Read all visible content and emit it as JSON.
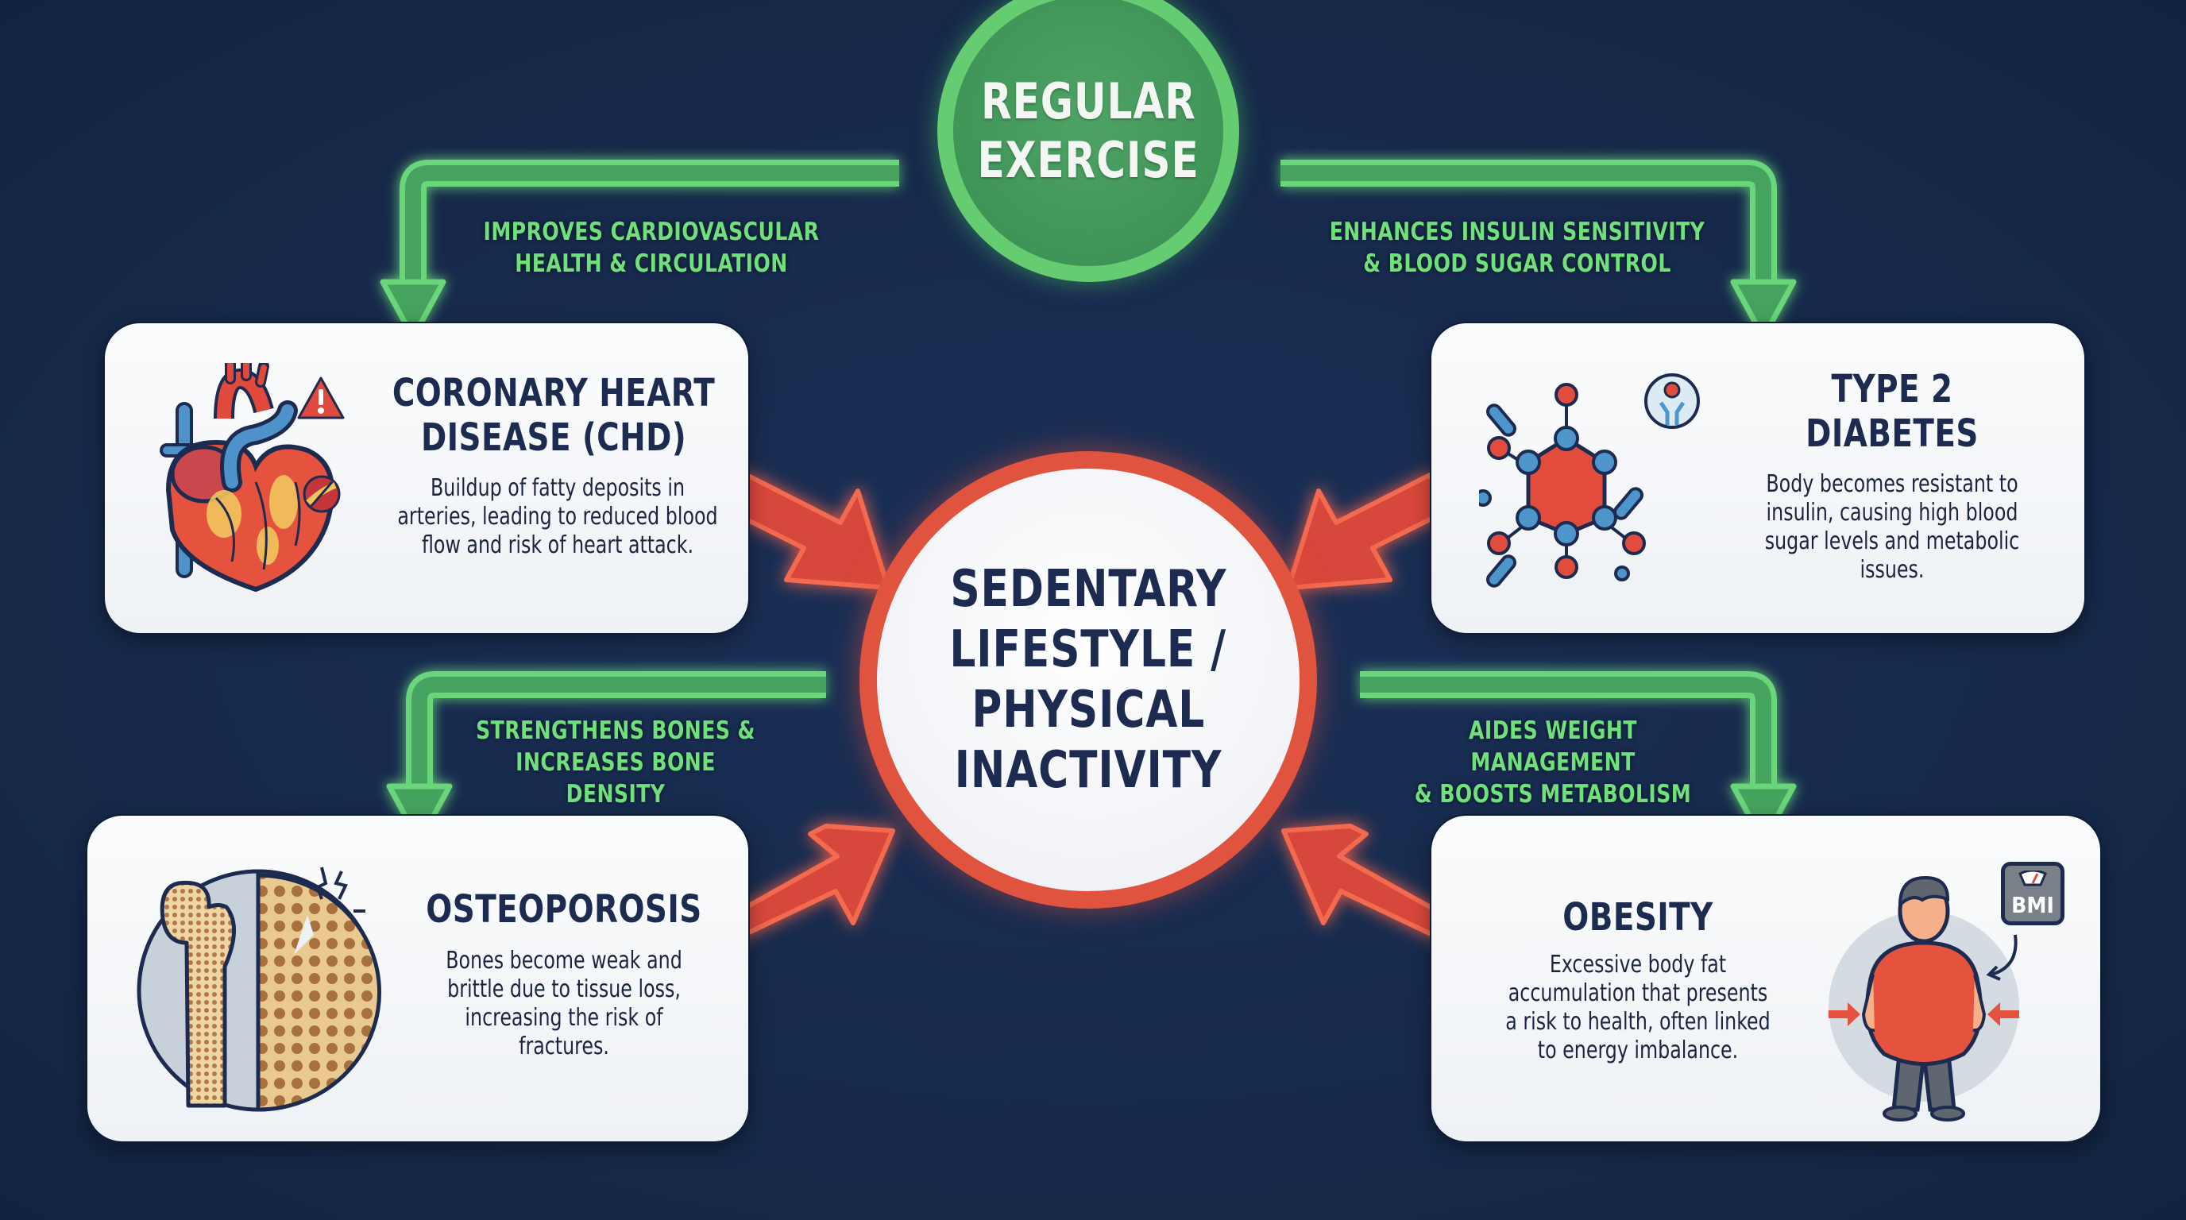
{
  "center": {
    "line1": "SEDENTARY",
    "line2": "LIFESTYLE /",
    "line3": "PHYSICAL",
    "line4": "INACTIVITY",
    "ring_color": "#e0533f"
  },
  "exercise": {
    "line1": "REGULAR",
    "line2": "EXERCISE",
    "color": "#3f9458"
  },
  "benefits": [
    {
      "line1": "IMPROVES CARDIOVASCULAR",
      "line2": "HEALTH & CIRCULATION"
    },
    {
      "line1": "ENHANCES INSULIN SENSITIVITY",
      "line2": "& BLOOD SUGAR CONTROL"
    },
    {
      "line1": "STRENGTHENS BONES &",
      "line2": "INCREASES BONE DENSITY"
    },
    {
      "line1": "AIDES WEIGHT MANAGEMENT",
      "line2": "& BOOSTS METABOLISM"
    }
  ],
  "diseases": [
    {
      "title1": "CORONARY HEART",
      "title2": "DISEASE (CHD)",
      "desc": [
        "Buildup of fatty deposits in",
        "arteries, leading to reduced blood",
        "flow and risk of heart attack."
      ],
      "icon": "heart-icon"
    },
    {
      "title1": "TYPE 2",
      "title2": "DIABETES",
      "desc": [
        "Body becomes resistant to",
        "insulin, causing high blood",
        "sugar levels and metabolic",
        "issues."
      ],
      "icon": "molecule-icon"
    },
    {
      "title1": "OSTEOPOROSIS",
      "desc": [
        "Bones become weak and",
        "brittle due to tissue loss,",
        "increasing the risk of",
        "fractures."
      ],
      "icon": "bone-icon"
    },
    {
      "title1": "OBESITY",
      "desc": [
        "Excessive body fat",
        "accumulation that presents",
        "a risk to health, often linked",
        "to energy imbalance."
      ],
      "icon": "person-icon",
      "badge": "BMI"
    }
  ],
  "colors": {
    "background": "#172a4e",
    "benefit_green": "#6fe07c",
    "risk_red": "#e0533f",
    "text_navy": "#1c2b4f"
  }
}
